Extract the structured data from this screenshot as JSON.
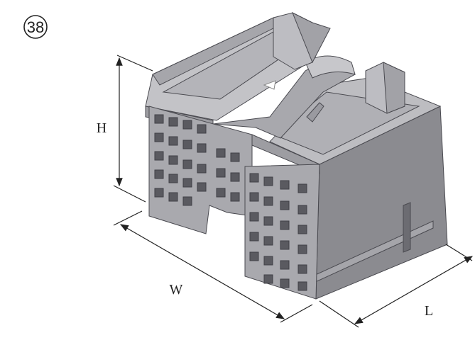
{
  "figure": {
    "badge_number": "38",
    "dimensions": {
      "height_label": "H",
      "width_label": "W",
      "length_label": "L"
    }
  },
  "colors": {
    "body_light": "#b9b9bd",
    "body_mid": "#9c9ca1",
    "body_dark": "#7c7c82",
    "cavity": "#55555a",
    "line": "#222222"
  }
}
